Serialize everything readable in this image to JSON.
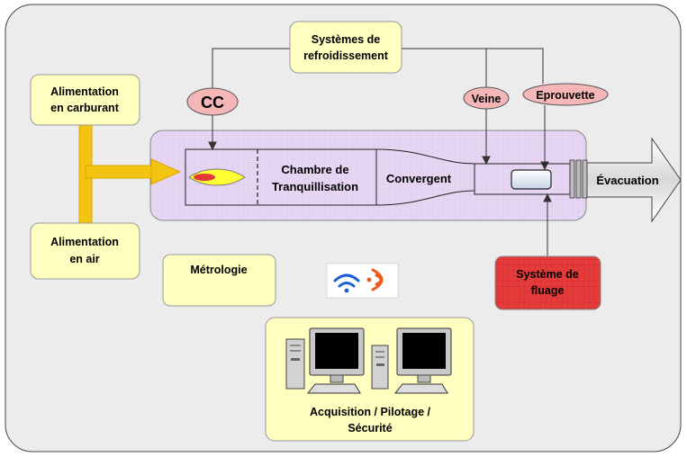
{
  "labels": {
    "fuel_supply": [
      "Alimentation",
      "en carburant"
    ],
    "air_supply": [
      "Alimentation",
      "en air"
    ],
    "cooling": [
      "Systèmes de",
      "refroidissement"
    ],
    "cc": "CC",
    "veine": "Veine",
    "eprouvette": "Eprouvette",
    "chambre": [
      "Chambre de",
      "Tranquillisation"
    ],
    "convergent": "Convergent",
    "evacuation": "Évacuation",
    "metrologie": "Métrologie",
    "fluage": [
      "Système de",
      "fluage"
    ],
    "acquisition": [
      "Acquisition / Pilotage /",
      "Sécurité"
    ]
  },
  "colors": {
    "frame_bg": "#ececec",
    "box_yellow": "#ffffc0",
    "main_purple": "#e3d3ef",
    "pink": "#f4b6b6",
    "arrow_yellow": "#f3c411",
    "red_box": "#e23a3a",
    "flame": "#ffff33",
    "wifi_blue": "#1f5fd6",
    "wifi_orange": "#f05a1a"
  },
  "icons": [
    "flame-icon",
    "wireless-icon",
    "computer-icon"
  ]
}
